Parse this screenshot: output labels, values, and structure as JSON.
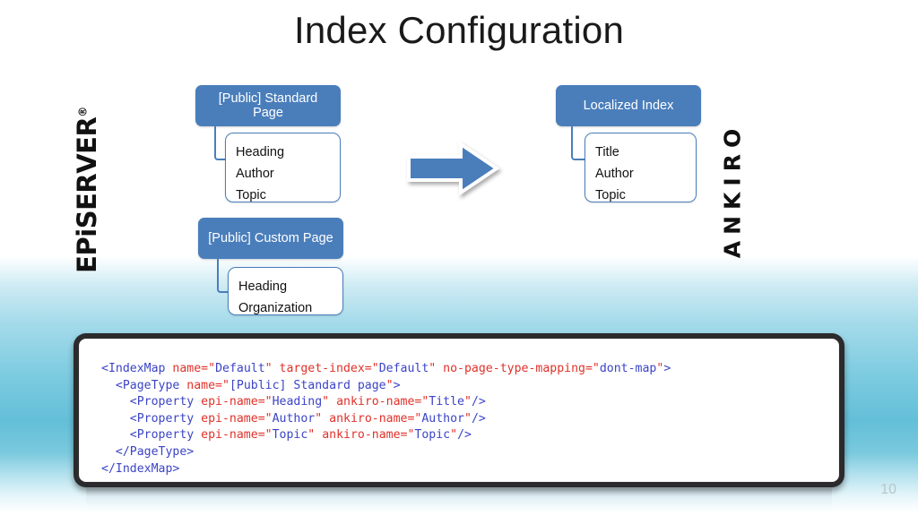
{
  "slide": {
    "title": "Index Configuration",
    "number": "10"
  },
  "brands": {
    "left": "EPiSERVER",
    "left_mark": "®",
    "right": "ANKIRO"
  },
  "arrow": {
    "icon": "right-arrow-icon",
    "fill": "#4a7ebb",
    "outline": "#ffffff"
  },
  "colors": {
    "node_fill": "#4a7ebb",
    "node_border": "#4a7ebb",
    "panel_frame": "#2b2a2c",
    "tag": "#3b44c6",
    "attribute": "#e0312a",
    "background_accent": "#63bfd8"
  },
  "diagram": {
    "source_groups": [
      {
        "header": "[Public] Standard Page",
        "fields": [
          "Heading",
          "Author",
          "Topic"
        ]
      },
      {
        "header": "[Public] Custom Page",
        "fields": [
          "Heading",
          "Organization"
        ]
      }
    ],
    "target_groups": [
      {
        "header": "Localized Index",
        "fields": [
          "Title",
          "Author",
          "Topic"
        ]
      }
    ]
  },
  "code": {
    "language": "xml",
    "lines": [
      {
        "indent": 0,
        "tokens": [
          {
            "t": "tag",
            "v": "<IndexMap "
          },
          {
            "t": "attr",
            "v": "name="
          },
          {
            "t": "quote",
            "v": "\""
          },
          {
            "t": "val",
            "v": "Default"
          },
          {
            "t": "quote",
            "v": "\""
          },
          {
            "t": "attr",
            "v": " target-index="
          },
          {
            "t": "quote",
            "v": "\""
          },
          {
            "t": "val",
            "v": "Default"
          },
          {
            "t": "quote",
            "v": "\""
          },
          {
            "t": "attr",
            "v": " no-page-type-mapping="
          },
          {
            "t": "quote",
            "v": "\""
          },
          {
            "t": "val",
            "v": "dont-map"
          },
          {
            "t": "quote",
            "v": "\""
          },
          {
            "t": "tag",
            "v": ">"
          }
        ]
      },
      {
        "indent": 1,
        "tokens": [
          {
            "t": "tag",
            "v": "<PageType "
          },
          {
            "t": "attr",
            "v": "name="
          },
          {
            "t": "quote",
            "v": "\""
          },
          {
            "t": "val",
            "v": "[Public] Standard page"
          },
          {
            "t": "quote",
            "v": "\""
          },
          {
            "t": "tag",
            "v": ">"
          }
        ]
      },
      {
        "indent": 2,
        "tokens": [
          {
            "t": "tag",
            "v": "<Property "
          },
          {
            "t": "attr",
            "v": "epi-name="
          },
          {
            "t": "quote",
            "v": "\""
          },
          {
            "t": "val",
            "v": "Heading"
          },
          {
            "t": "quote",
            "v": "\""
          },
          {
            "t": "attr",
            "v": " ankiro-name="
          },
          {
            "t": "quote",
            "v": "\""
          },
          {
            "t": "val",
            "v": "Title"
          },
          {
            "t": "quote",
            "v": "\""
          },
          {
            "t": "tag",
            "v": "/>"
          }
        ]
      },
      {
        "indent": 2,
        "tokens": [
          {
            "t": "tag",
            "v": "<Property "
          },
          {
            "t": "attr",
            "v": "epi-name="
          },
          {
            "t": "quote",
            "v": "\""
          },
          {
            "t": "val",
            "v": "Author"
          },
          {
            "t": "quote",
            "v": "\""
          },
          {
            "t": "attr",
            "v": " ankiro-name="
          },
          {
            "t": "quote",
            "v": "\""
          },
          {
            "t": "val",
            "v": "Author"
          },
          {
            "t": "quote",
            "v": "\""
          },
          {
            "t": "tag",
            "v": "/>"
          }
        ]
      },
      {
        "indent": 2,
        "tokens": [
          {
            "t": "tag",
            "v": "<Property "
          },
          {
            "t": "attr",
            "v": "epi-name="
          },
          {
            "t": "quote",
            "v": "\""
          },
          {
            "t": "val",
            "v": "Topic"
          },
          {
            "t": "quote",
            "v": "\""
          },
          {
            "t": "attr",
            "v": " ankiro-name="
          },
          {
            "t": "quote",
            "v": "\""
          },
          {
            "t": "val",
            "v": "Topic"
          },
          {
            "t": "quote",
            "v": "\""
          },
          {
            "t": "tag",
            "v": "/>"
          }
        ]
      },
      {
        "indent": 1,
        "tokens": [
          {
            "t": "tag",
            "v": "</PageType>"
          }
        ]
      },
      {
        "indent": 0,
        "tokens": [
          {
            "t": "tag",
            "v": "</IndexMap>"
          }
        ]
      }
    ]
  }
}
